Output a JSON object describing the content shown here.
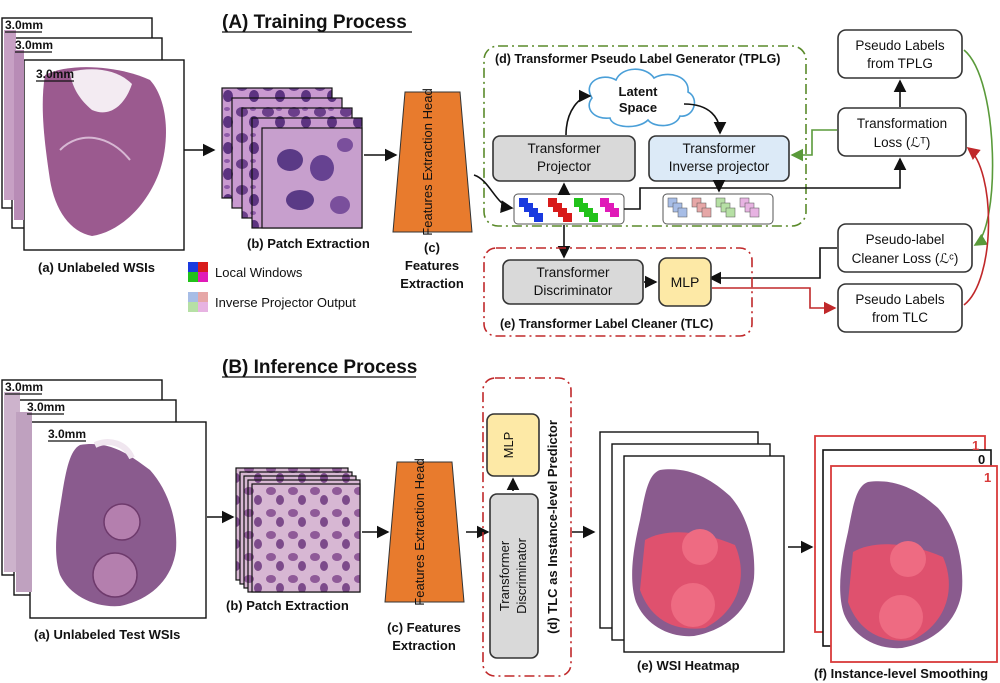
{
  "sections": {
    "training_title": "(A) Training Process",
    "inference_title": "(B) Inference Process"
  },
  "scale_bar": "3.0mm",
  "training": {
    "wsi_caption": "(a) Unlabeled WSIs",
    "patch_caption": "(b)  Patch Extraction",
    "features_head": "Features Extraction Head",
    "features_caption": [
      "(c)",
      "Features",
      "Extraction"
    ],
    "legend": {
      "local_windows": "Local Windows",
      "inverse_output": "Inverse Projector Output"
    },
    "tplg_title": "(d) Transformer Pseudo Label Generator (TPLG)",
    "latent_space": [
      "Latent",
      "Space"
    ],
    "projector": [
      "Transformer",
      "Projector"
    ],
    "inverse_projector": [
      "Transformer",
      "Inverse projector"
    ],
    "tlc_title": "(e) Transformer Label Cleaner (TLC)",
    "discriminator": [
      "Transformer",
      "Discriminator"
    ],
    "mlp": "MLP",
    "pseudo_tplg": [
      "Pseudo Labels",
      "from TPLG"
    ],
    "transformation_loss": [
      "Transformation",
      "Loss (ℒᵀ)"
    ],
    "cleaner_loss": [
      "Pseudo-label",
      "Cleaner Loss (ℒᶜ)"
    ],
    "pseudo_tlc": [
      "Pseudo Labels",
      "from TLC"
    ]
  },
  "inference": {
    "wsi_caption": "(a) Unlabeled Test WSIs",
    "patch_caption": "(b)  Patch Extraction",
    "features_head": "Features Extraction Head",
    "features_caption": [
      "(c) Features",
      "Extraction"
    ],
    "tlc_predictor": "(d) TLC as Instance-level Predictor",
    "mlp": "MLP",
    "discriminator": [
      "Transformer",
      "Discriminator"
    ],
    "heatmap_caption": "(e) WSI Heatmap",
    "smoothing_caption": "(f) Instance-level Smoothing",
    "labels": [
      "1",
      "0",
      "1"
    ]
  },
  "colors": {
    "tissue": "#9b5a8f",
    "tissue_dark": "#6e3a6c",
    "orange": "#e87b2d",
    "tplg_border": "#5a8a2a",
    "tlc_border": "#c0282a",
    "proj_fill": "#d9d9d9",
    "inv_fill": "#dceaf7",
    "mlp_fill": "#fde9a6",
    "heat_red": "#e8506a",
    "green_arrow": "#5a9a3a",
    "red_arrow": "#c0282a"
  }
}
